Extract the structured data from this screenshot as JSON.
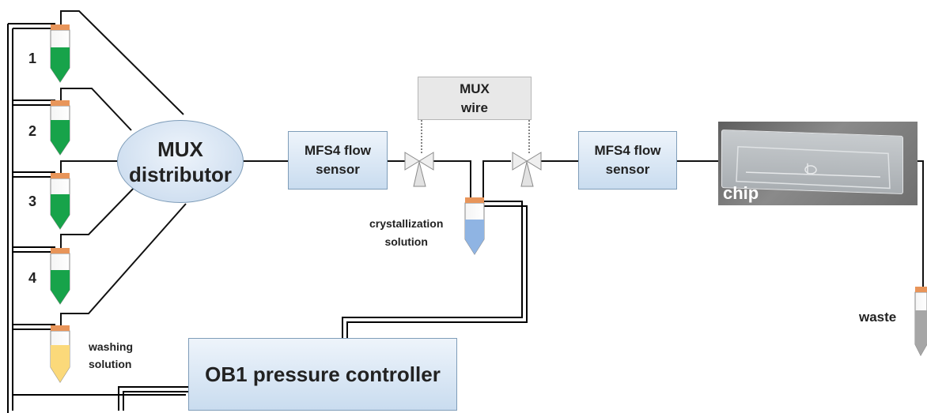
{
  "tubes": {
    "labels": [
      "1",
      "2",
      "3",
      "4"
    ],
    "washing": {
      "line1": "washing",
      "line2": "solution"
    }
  },
  "mux_distributor": {
    "line1": "MUX",
    "line2": "distributor"
  },
  "flow_sensor_1": {
    "line1": "MFS4 flow",
    "line2": "sensor"
  },
  "flow_sensor_2": {
    "line1": "MFS4 flow",
    "line2": "sensor"
  },
  "mux_wire": {
    "line1": "MUX",
    "line2": "wire"
  },
  "crystallization": {
    "line1": "crystallization",
    "line2": "solution"
  },
  "chip": {
    "label": "chip"
  },
  "waste": {
    "label": "waste"
  },
  "pressure_controller": {
    "label": "OB1 pressure controller"
  },
  "colors": {
    "green_liquid": "#17a34a",
    "yellow_liquid": "#fbd97a",
    "blue_liquid": "#8fb4e3",
    "gray_liquid": "#a6a6a6",
    "cap": "#e8955a",
    "box_fill": "#cfe0f1",
    "gray_box": "#e8e8e8"
  }
}
